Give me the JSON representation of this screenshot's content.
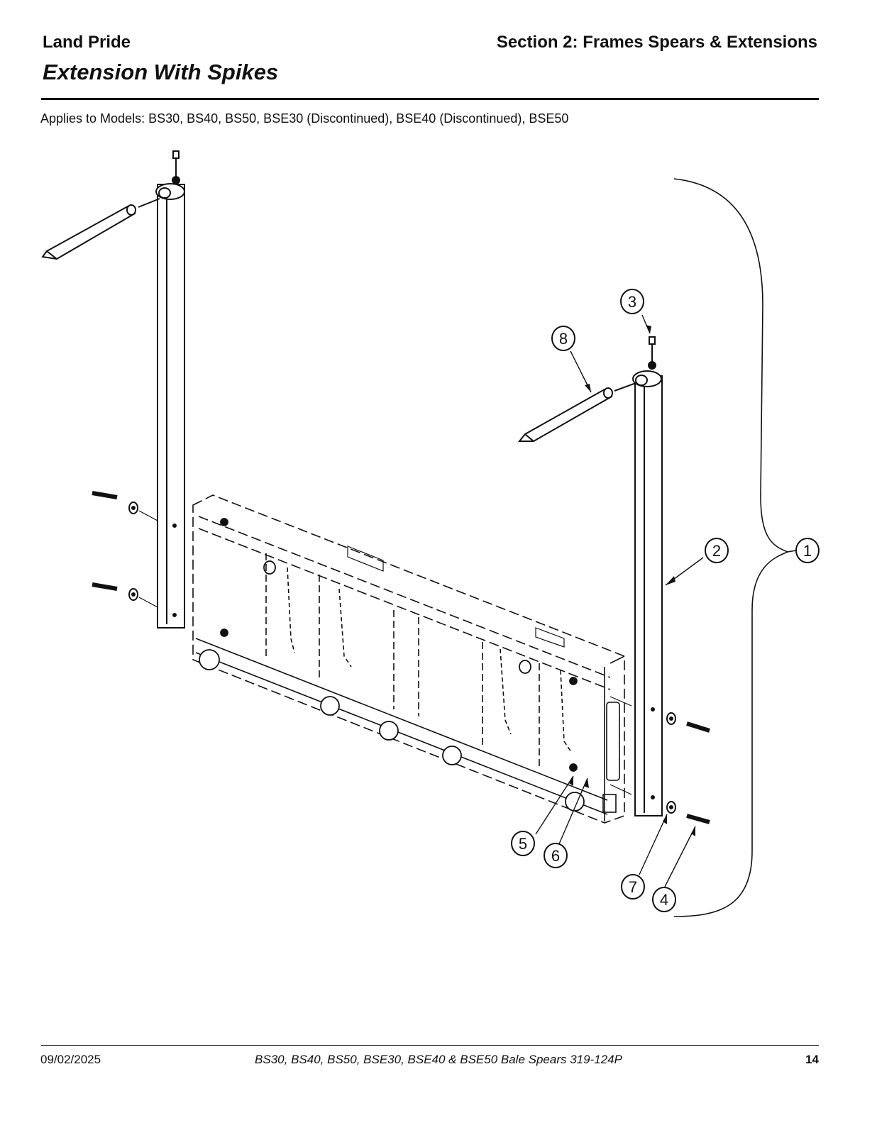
{
  "header": {
    "brand": "Land Pride",
    "section": "Section 2: Frames Spears & Extensions",
    "title": "Extension With Spikes"
  },
  "applies_to": "Applies to Models: BS30, BS40, BS50, BSE30 (Discontinued), BSE40 (Discontinued), BSE50",
  "diagram": {
    "callouts": [
      "1",
      "2",
      "3",
      "4",
      "5",
      "6",
      "7",
      "8"
    ]
  },
  "footer": {
    "date": "09/02/2025",
    "document": "BS30, BS40, BS50, BSE30, BSE40 & BSE50  Bale Spears  319-124P",
    "page": "14"
  }
}
